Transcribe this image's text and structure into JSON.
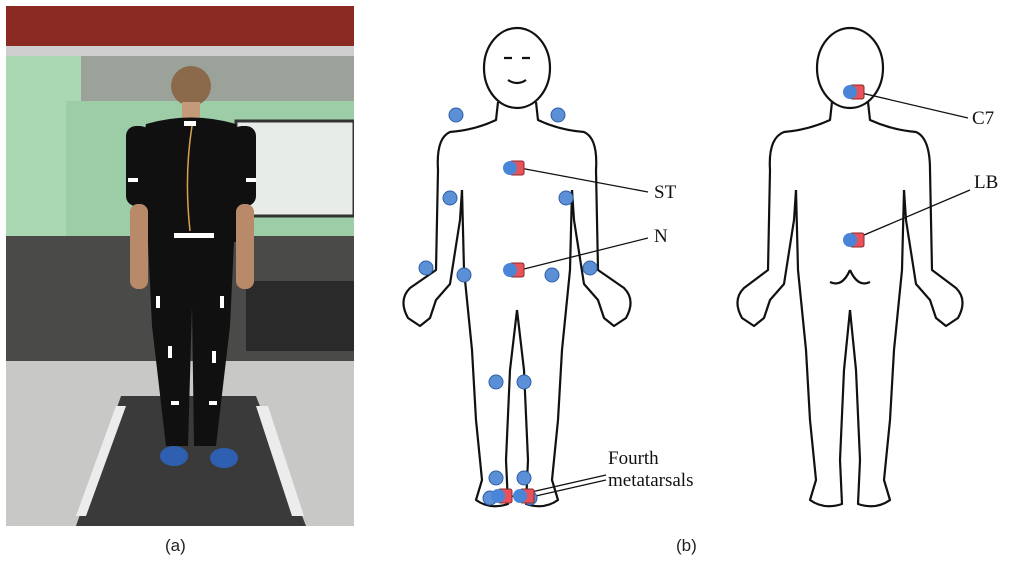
{
  "captions": {
    "a": "(a)",
    "b": "(b)"
  },
  "labels": {
    "st": "ST",
    "n": "N",
    "c7": "C7",
    "lb": "LB",
    "fourth_line1": "Fourth",
    "fourth_line2": "metatarsals"
  },
  "colors": {
    "marker_blue": "#5b8fd6",
    "imu_red": "#e8525a",
    "imu_blue": "#4a86d8",
    "outline": "#111111"
  },
  "legend_items": []
}
